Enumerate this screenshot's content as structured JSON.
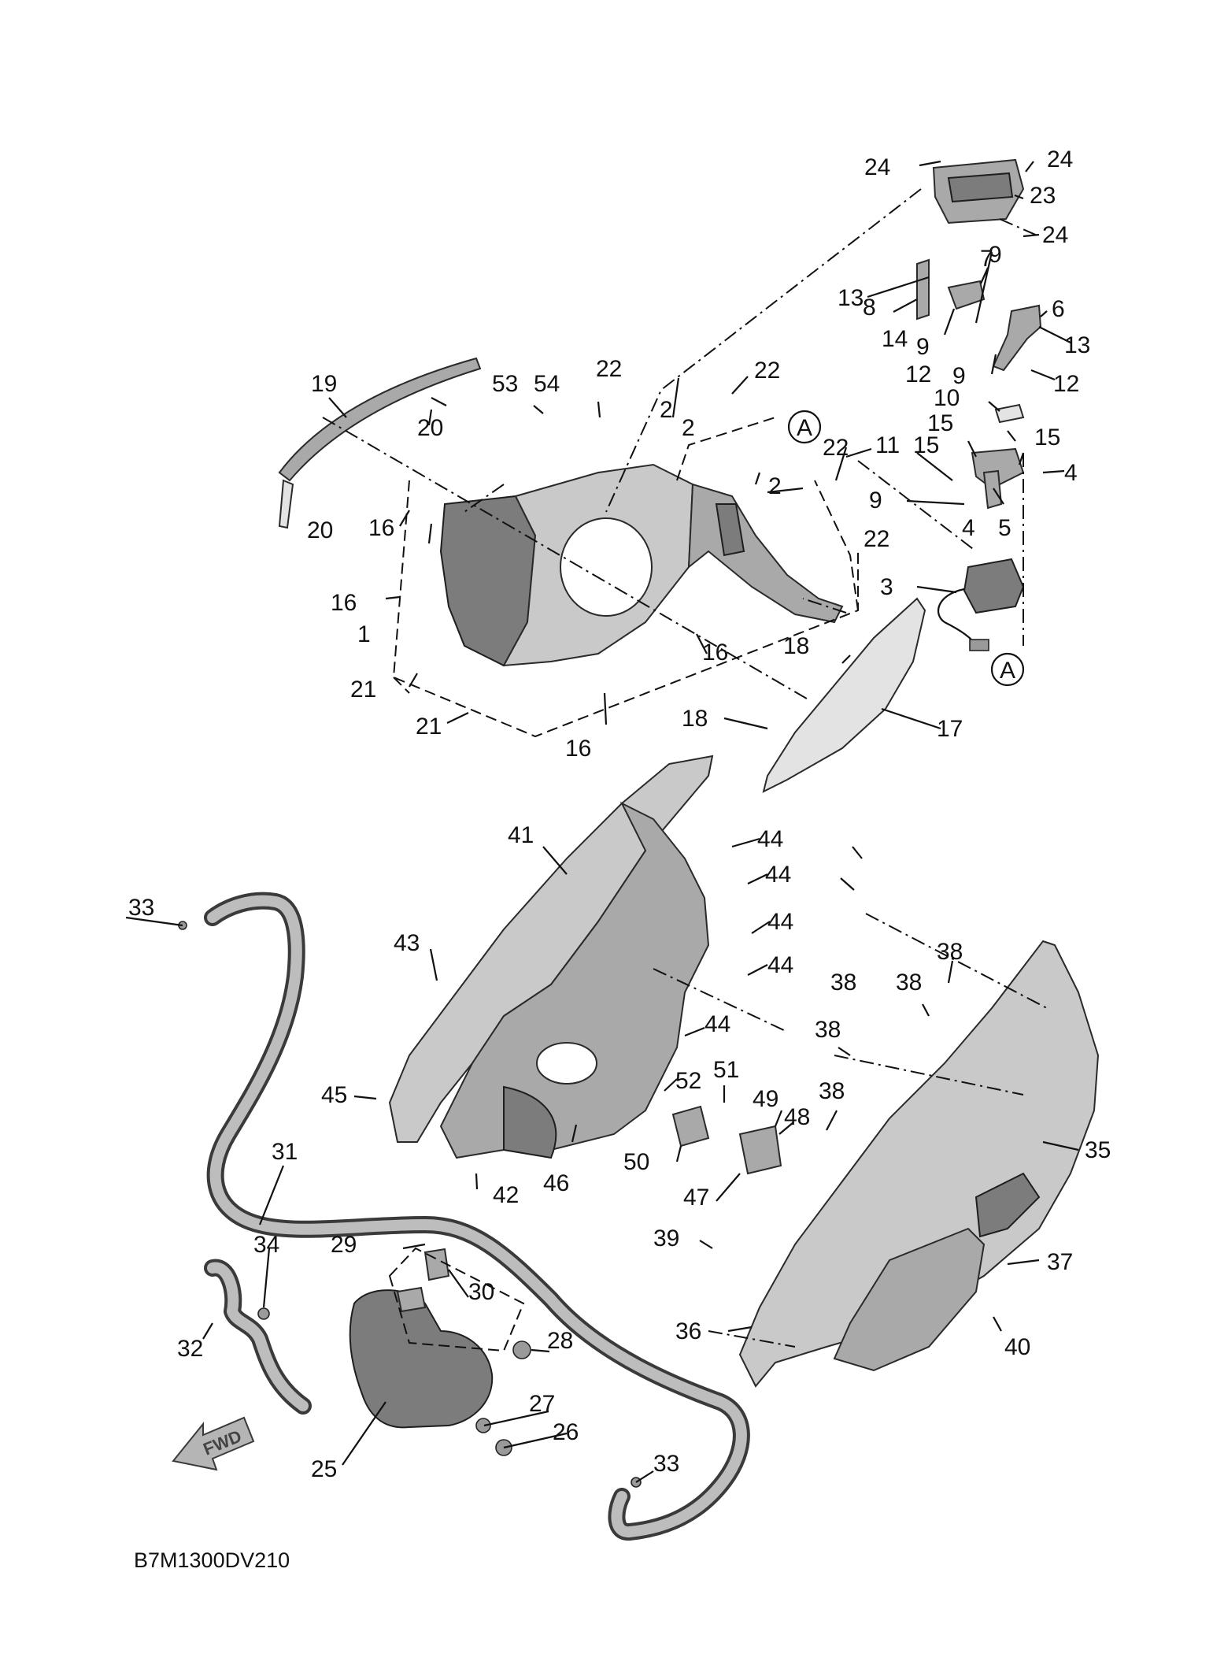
{
  "diagram_code": "B7M1300DV210",
  "fwd_label": "FWD",
  "section_marker": "A",
  "callouts": [
    {
      "id": "1",
      "text": "1"
    },
    {
      "id": "2a",
      "text": "2"
    },
    {
      "id": "2b",
      "text": "2"
    },
    {
      "id": "2c",
      "text": "2"
    },
    {
      "id": "3",
      "text": "3"
    },
    {
      "id": "4a",
      "text": "4"
    },
    {
      "id": "4b",
      "text": "4"
    },
    {
      "id": "5",
      "text": "5"
    },
    {
      "id": "6",
      "text": "6"
    },
    {
      "id": "7",
      "text": "7"
    },
    {
      "id": "8",
      "text": "8"
    },
    {
      "id": "9a",
      "text": "9"
    },
    {
      "id": "9b",
      "text": "9"
    },
    {
      "id": "9c",
      "text": "9"
    },
    {
      "id": "10",
      "text": "10"
    },
    {
      "id": "11",
      "text": "11"
    },
    {
      "id": "12a",
      "text": "12"
    },
    {
      "id": "12b",
      "text": "12"
    },
    {
      "id": "13a",
      "text": "13"
    },
    {
      "id": "13b",
      "text": "13"
    },
    {
      "id": "14",
      "text": "14"
    },
    {
      "id": "15a",
      "text": "15"
    },
    {
      "id": "15b",
      "text": "15"
    },
    {
      "id": "15c",
      "text": "15"
    },
    {
      "id": "16a",
      "text": "16"
    },
    {
      "id": "16b",
      "text": "16"
    },
    {
      "id": "16c",
      "text": "16"
    },
    {
      "id": "16d",
      "text": "16"
    },
    {
      "id": "17",
      "text": "17"
    },
    {
      "id": "18a",
      "text": "18"
    },
    {
      "id": "18b",
      "text": "18"
    },
    {
      "id": "19",
      "text": "19"
    },
    {
      "id": "20a",
      "text": "20"
    },
    {
      "id": "20b",
      "text": "20"
    },
    {
      "id": "21a",
      "text": "21"
    },
    {
      "id": "21b",
      "text": "21"
    },
    {
      "id": "22a",
      "text": "22"
    },
    {
      "id": "22b",
      "text": "22"
    },
    {
      "id": "22c",
      "text": "22"
    },
    {
      "id": "22d",
      "text": "22"
    },
    {
      "id": "23",
      "text": "23"
    },
    {
      "id": "24a",
      "text": "24"
    },
    {
      "id": "24b",
      "text": "24"
    },
    {
      "id": "24c",
      "text": "24"
    },
    {
      "id": "25",
      "text": "25"
    },
    {
      "id": "26",
      "text": "26"
    },
    {
      "id": "27",
      "text": "27"
    },
    {
      "id": "28",
      "text": "28"
    },
    {
      "id": "29",
      "text": "29"
    },
    {
      "id": "30",
      "text": "30"
    },
    {
      "id": "31",
      "text": "31"
    },
    {
      "id": "32",
      "text": "32"
    },
    {
      "id": "33a",
      "text": "33"
    },
    {
      "id": "33b",
      "text": "33"
    },
    {
      "id": "34",
      "text": "34"
    },
    {
      "id": "35",
      "text": "35"
    },
    {
      "id": "36",
      "text": "36"
    },
    {
      "id": "37",
      "text": "37"
    },
    {
      "id": "38a",
      "text": "38"
    },
    {
      "id": "38b",
      "text": "38"
    },
    {
      "id": "38c",
      "text": "38"
    },
    {
      "id": "38d",
      "text": "38"
    },
    {
      "id": "38e",
      "text": "38"
    },
    {
      "id": "39",
      "text": "39"
    },
    {
      "id": "40",
      "text": "40"
    },
    {
      "id": "41",
      "text": "41"
    },
    {
      "id": "42",
      "text": "42"
    },
    {
      "id": "43",
      "text": "43"
    },
    {
      "id": "44a",
      "text": "44"
    },
    {
      "id": "44b",
      "text": "44"
    },
    {
      "id": "44c",
      "text": "44"
    },
    {
      "id": "44d",
      "text": "44"
    },
    {
      "id": "44e",
      "text": "44"
    },
    {
      "id": "45",
      "text": "45"
    },
    {
      "id": "46",
      "text": "46"
    },
    {
      "id": "47",
      "text": "47"
    },
    {
      "id": "48",
      "text": "48"
    },
    {
      "id": "49",
      "text": "49"
    },
    {
      "id": "50",
      "text": "50"
    },
    {
      "id": "51",
      "text": "51"
    },
    {
      "id": "52",
      "text": "52"
    },
    {
      "id": "53",
      "text": "53"
    },
    {
      "id": "54",
      "text": "54"
    }
  ]
}
